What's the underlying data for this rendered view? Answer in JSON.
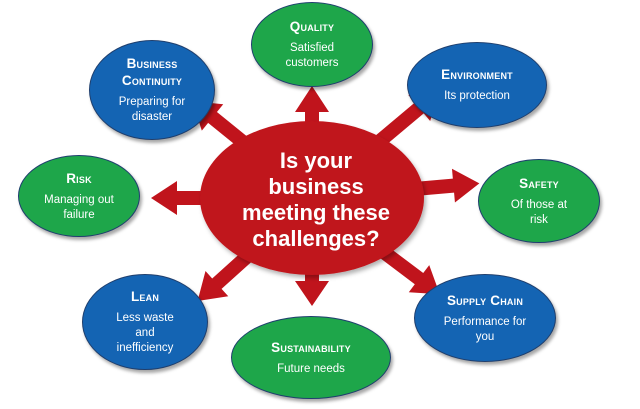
{
  "center": {
    "line1": "Is your",
    "line2": "business",
    "line3": "meeting these",
    "line4": "challenges?"
  },
  "nodes": {
    "quality": {
      "title": "Quality",
      "desc_line1": "Satisfied",
      "desc_line2": "customers"
    },
    "environment": {
      "title": "Environment",
      "desc_line1": "Its protection"
    },
    "safety": {
      "title": "Safety",
      "desc_line1": "Of those at",
      "desc_line2": "risk"
    },
    "supply_chain": {
      "title": "Supply Chain",
      "desc_line1": "Performance for",
      "desc_line2": "you"
    },
    "sustainability": {
      "title": "Sustainability",
      "desc_line1": "Future needs"
    },
    "lean": {
      "title": "Lean",
      "desc_line1": "Less waste",
      "desc_line2": "and",
      "desc_line3": "inefficiency"
    },
    "risk": {
      "title": "Risk",
      "desc_line1": "Managing out",
      "desc_line2": "failure"
    },
    "business_continuity": {
      "title_line1": "Business",
      "title_line2": "Continuity",
      "desc_line1": "Preparing for",
      "desc_line2": "disaster"
    }
  },
  "colors": {
    "center": "#c0141c",
    "arrows": "#c0141c",
    "green_nodes": "#1ea64a",
    "blue_nodes": "#1464b3",
    "text": "#ffffff"
  }
}
